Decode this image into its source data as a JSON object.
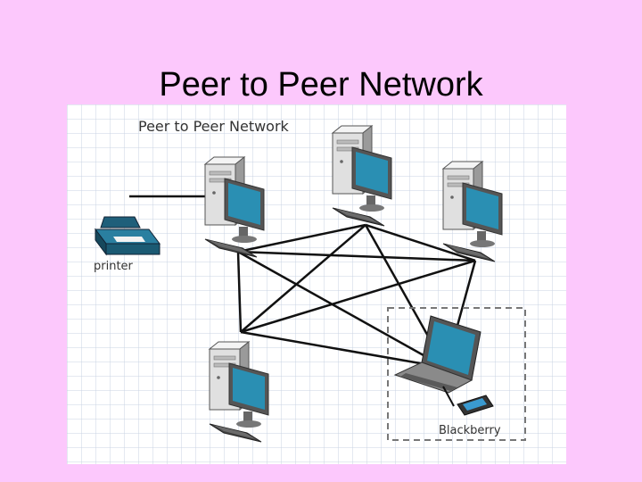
{
  "slide": {
    "title": "Peer to Peer Network",
    "background_color": "#fcc8fc"
  },
  "diagram": {
    "heading": "Peer to Peer Network",
    "printer_label": "printer",
    "blackberry_label": "Blackberry",
    "grid_color": "#c9d3e3",
    "monitor_screen_color": "#2a8fb3",
    "case_color": "#e8e8e8",
    "link_color": "#111111",
    "nodes": [
      {
        "id": "pc-top-left",
        "icon": "desktop-computer-icon"
      },
      {
        "id": "pc-top-middle",
        "icon": "desktop-computer-icon"
      },
      {
        "id": "pc-top-right",
        "icon": "desktop-computer-icon"
      },
      {
        "id": "pc-bottom-left",
        "icon": "desktop-computer-icon"
      },
      {
        "id": "laptop",
        "icon": "laptop-icon"
      },
      {
        "id": "printer",
        "icon": "printer-icon"
      },
      {
        "id": "blackberry",
        "icon": "smartphone-icon"
      }
    ]
  }
}
